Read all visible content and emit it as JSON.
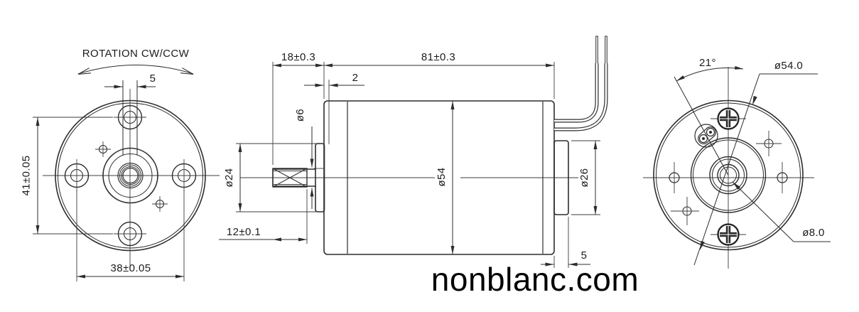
{
  "watermark": {
    "text": "nonblanc.com"
  },
  "front_view": {
    "rotation_label": "ROTATION CW/CCW",
    "dim_tab_width": "5",
    "dim_hole_spacing_vertical": "41±0.05",
    "dim_hole_spacing_horizontal": "38±0.05"
  },
  "side_view": {
    "dim_shaft_length": "18±0.3",
    "dim_body_length": "81±0.3",
    "dim_front_step": "2",
    "dim_shaft_diameter": "ø6",
    "dim_front_boss_diameter": "ø24",
    "dim_body_diameter": "ø54",
    "dim_knurl_length": "12±0.1",
    "dim_rear_boss_diameter": "ø26",
    "dim_rear_boss_length": "5"
  },
  "rear_view": {
    "dim_terminal_angle": "21°",
    "dim_outer_diameter": "ø54.0",
    "dim_hub_bore_diameter": "ø8.0"
  },
  "colors": {
    "line": "#2d2d2d",
    "text": "#1c1c1c",
    "background": "#ffffff"
  }
}
